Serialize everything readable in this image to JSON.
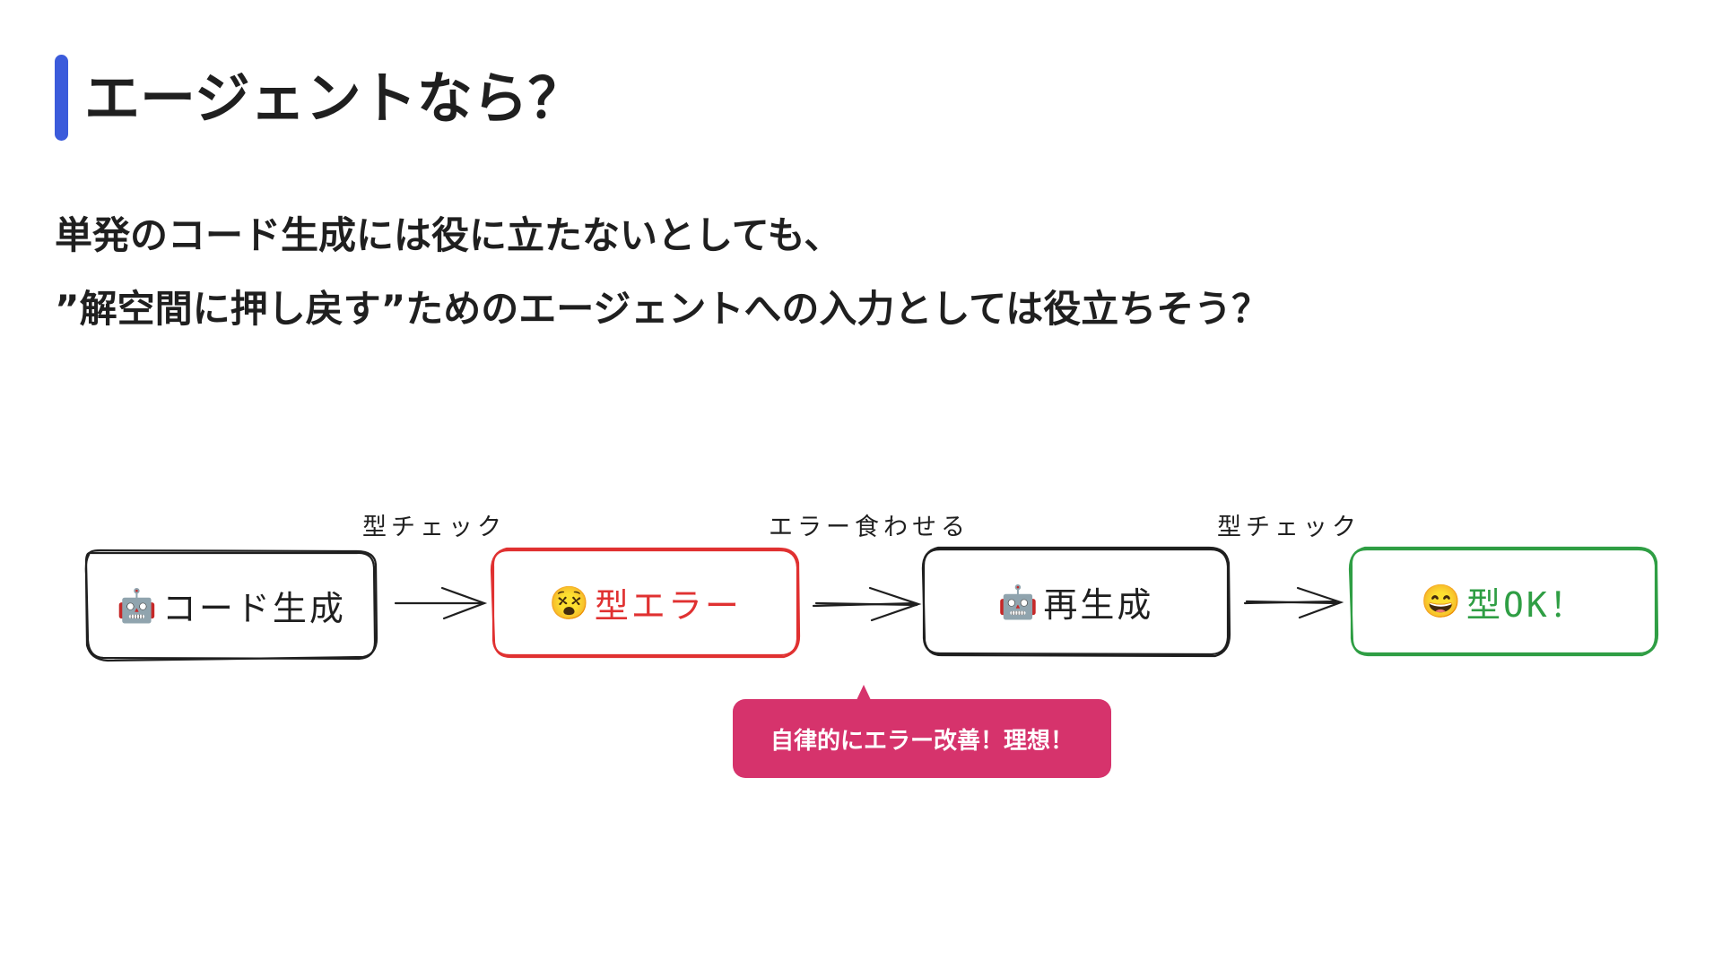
{
  "slide": {
    "title": "エージェントなら？",
    "body_lines": [
      "単発のコード生成には役に立たないとしても、",
      "”解空間に押し戻す”ためのエージェントへの入力としては役立ちそう？"
    ]
  },
  "flow": {
    "nodes": [
      {
        "id": "code-gen",
        "emoji": "🤖",
        "label": "コード生成",
        "color": "#1f1f1f"
      },
      {
        "id": "type-error",
        "emoji": "😵",
        "label": "型エラー",
        "color": "#e03131"
      },
      {
        "id": "regenerate",
        "emoji": "🤖",
        "label": "再生成",
        "color": "#1f1f1f"
      },
      {
        "id": "type-ok",
        "emoji": "😄",
        "label": "型OK！",
        "color": "#2f9e44"
      }
    ],
    "edges": [
      {
        "from": "code-gen",
        "to": "type-error",
        "label": "型チェック"
      },
      {
        "from": "type-error",
        "to": "regenerate",
        "label": "エラー食わせる"
      },
      {
        "from": "regenerate",
        "to": "type-ok",
        "label": "型チェック"
      }
    ],
    "callout": {
      "text": "自律的にエラー改善！理想！",
      "color": "#d6336c"
    }
  },
  "colors": {
    "accent": "#3b5bdb",
    "error": "#e03131",
    "success": "#2f9e44",
    "text": "#1f1f1f"
  }
}
